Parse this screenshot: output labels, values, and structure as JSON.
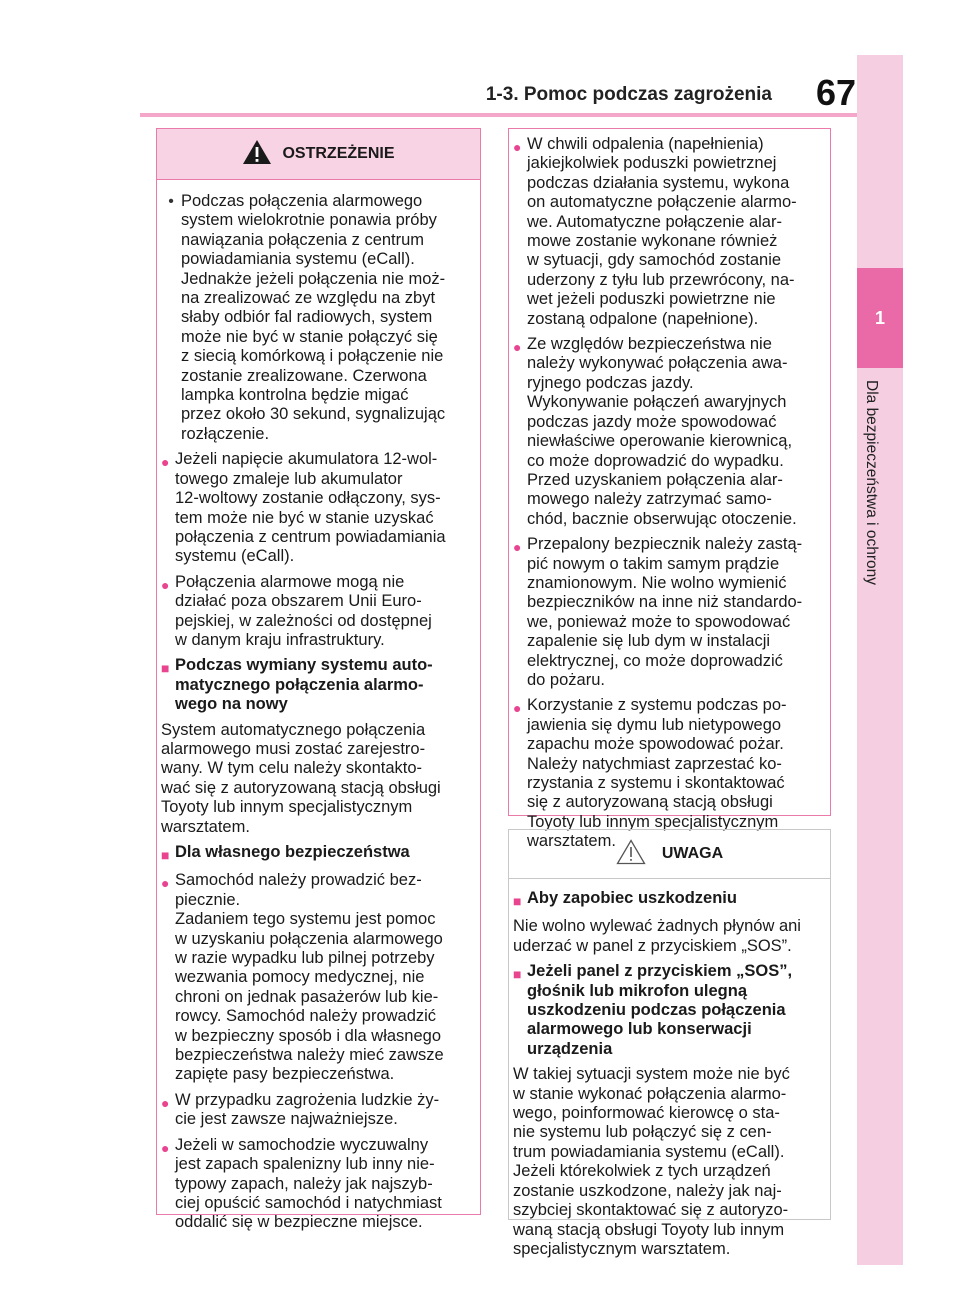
{
  "header": {
    "title": "1-3. Pomoc podczas zagrożenia",
    "page_number": "67"
  },
  "side_tab": {
    "chapter": "1",
    "label": "Dla bezpieczeństwa i ochrony"
  },
  "warning": {
    "heading": "OSTRZEŻENIE",
    "left_items": [
      "Podczas połączenia alarmowego\nsystem wielokrotnie ponawia próby\nnawiązania połączenia z centrum\npowiadamiania systemu (eCall).\nJednakże jeżeli połączenia nie moż-\nna zrealizować ze względu na zbyt\nsłaby odbiór fal radiowych, system\nmoże nie być w stanie połączyć się\nz siecią komórkową i połączenie nie\nzostanie zrealizowane. Czerwona\nlampka kontrolna będzie migać\nprzez około 30 sekund, sygnalizując\nrozłączenie.",
      "Jeżeli napięcie akumulatora 12-wol-\ntowego zmaleje lub akumulator\n12-woltowy zostanie odłączony, sys-\ntem może nie być w stanie uzyskać\npołączenia z centrum powiadamiania\nsystemu (eCall).",
      "Połączenia alarmowe mogą nie\ndziałać poza obszarem Unii Euro-\npejskiej, w zależności od dostępnej\nw danym kraju infrastruktury.",
      "Podczas wymiany systemu auto-\nmatycznego połączenia alarmo-\nwego na nowy",
      "System automatycznego połączenia\nalarmowego musi zostać zarejestro-\nwany. W tym celu należy skontakto-\nwać się z autoryzowaną stacją obsługi\nToyoty lub innym specjalistycznym\nwarsztatem.",
      "Dla własnego bezpieczeństwa",
      "Samochód należy prowadzić bez-\npiecznie.\nZadaniem tego systemu jest pomoc\nw uzyskaniu połączenia alarmowego\nw razie wypadku lub pilnej potrzeby\nwezwania pomocy medycznej, nie\nchroni on jednak pasażerów lub kie-\nrowcy. Samochód należy prowadzić\nw bezpieczny sposób i dla własnego\nbezpieczeństwa należy mieć zawsze\nzapięte pasy bezpieczeństwa.",
      "W przypadku zagrożenia ludzkie ży-\ncie jest zawsze najważniejsze.",
      "Jeżeli w samochodzie wyczuwalny\njest zapach spalenizny lub inny nie-\ntypowy zapach, należy jak najszyb-\nciej opuścić samochód i natychmiast\noddalić się w bezpieczne miejsce."
    ],
    "right_items": [
      "W chwili odpalenia (napełnienia)\njakiejkolwiek poduszki powietrznej\npodczas działania systemu, wykona\non automatyczne połączenie alarmo-\nwe. Automatyczne połączenie alar-\nmowe zostanie wykonane również\nw sytuacji, gdy samochód zostanie\nuderzony z tyłu lub przewrócony, na-\nwet jeżeli poduszki powietrzne nie\nzostaną odpalone (napełnione).",
      "Ze względów bezpieczeństwa nie\nnależy wykonywać połączenia awa-\nryjnego podczas jazdy.\nWykonywanie połączeń awaryjnych\npodczas jazdy może spowodować\nniewłaściwe operowanie kierownicą,\nco może doprowadzić do wypadku.\nPrzed uzyskaniem połączenia alar-\nmowego należy zatrzymać samo-\nchód, bacznie obserwując otoczenie.",
      "Przepalony bezpiecznik należy zastą-\npić nowym o takim samym prądzie\nznamionowym. Nie wolno wymienić\nbezpieczników na inne niż standardo-\nwe, ponieważ może to spowodować\nzapalenie się lub dym w instalacji\nelektrycznej, co może doprowadzić\ndo pożaru.",
      "Korzystanie z systemu podczas po-\njawienia się dymu lub nietypowego\nzapachu może spowodować pożar.\nNależy natychmiast zaprzestać ko-\nrzystania z systemu i skontaktować\nsię z autoryzowaną stacją obsługi\nToyoty lub innym specjalistycznym\nwarsztatem."
    ]
  },
  "notice": {
    "heading": "UWAGA",
    "items": [
      "Aby zapobiec uszkodzeniu",
      "Nie wolno wylewać żadnych płynów ani\nuderzać w panel z przyciskiem „SOS”.",
      "Jeżeli panel z przyciskiem „SOS”,\ngłośnik lub mikrofon ulegną\nuszkodzeniu podczas połączenia\nalarmowego lub konserwacji\nurządzenia",
      "W takiej sytuacji system może nie być\nw stanie wykonać połączenia alarmo-\nwego, poinformować kierowcę o sta-\nnie systemu lub połączyć się z cen-\ntrum powiadamiania systemu (eCall).\nJeżeli którekolwiek z tych urządzeń\nzostanie uszkodzone, należy jak naj-\nszybciej skontaktować się z autoryzo-\nwaną stacją obsługi Toyoty lub innym\nspecjalistycznym warsztatem."
    ]
  },
  "icons": {
    "warning": "warning-triangle-icon",
    "notice": "caution-triangle-outline-icon",
    "bullet": "pink-dot-bullet",
    "section": "pink-square-marker"
  },
  "colors": {
    "accent": "#e8448f",
    "header_fill": "#f8d3e3",
    "tab_fill": "#f5cfe1",
    "chapter_fill": "#e96aa6"
  }
}
